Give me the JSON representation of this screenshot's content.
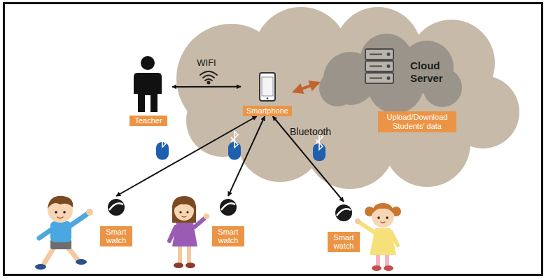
{
  "diagram": {
    "nodes": [
      {
        "text": [
          "Teacher"
        ]
      },
      {
        "text": [
          "Smartphone"
        ]
      },
      {
        "text": [
          "Cloud Server"
        ]
      },
      {
        "text": [
          "Upload/Download Students' data"
        ]
      },
      {
        "text": [
          "Smart watch"
        ]
      },
      {
        "text": [
          "Smart watch"
        ]
      },
      {
        "text": [
          "Smart watch"
        ]
      }
    ],
    "edges": [
      {
        "from": 0,
        "to": 1,
        "arrow": "both",
        "label": "WIFI"
      },
      {
        "from": 1,
        "to": 2,
        "arrow": "both"
      },
      {
        "from": 1,
        "to": 4,
        "arrow": "both"
      },
      {
        "from": 1,
        "to": 5,
        "arrow": "both"
      },
      {
        "from": 1,
        "to": 6,
        "arrow": "both"
      }
    ],
    "labels": [
      "Bluetooth"
    ]
  }
}
